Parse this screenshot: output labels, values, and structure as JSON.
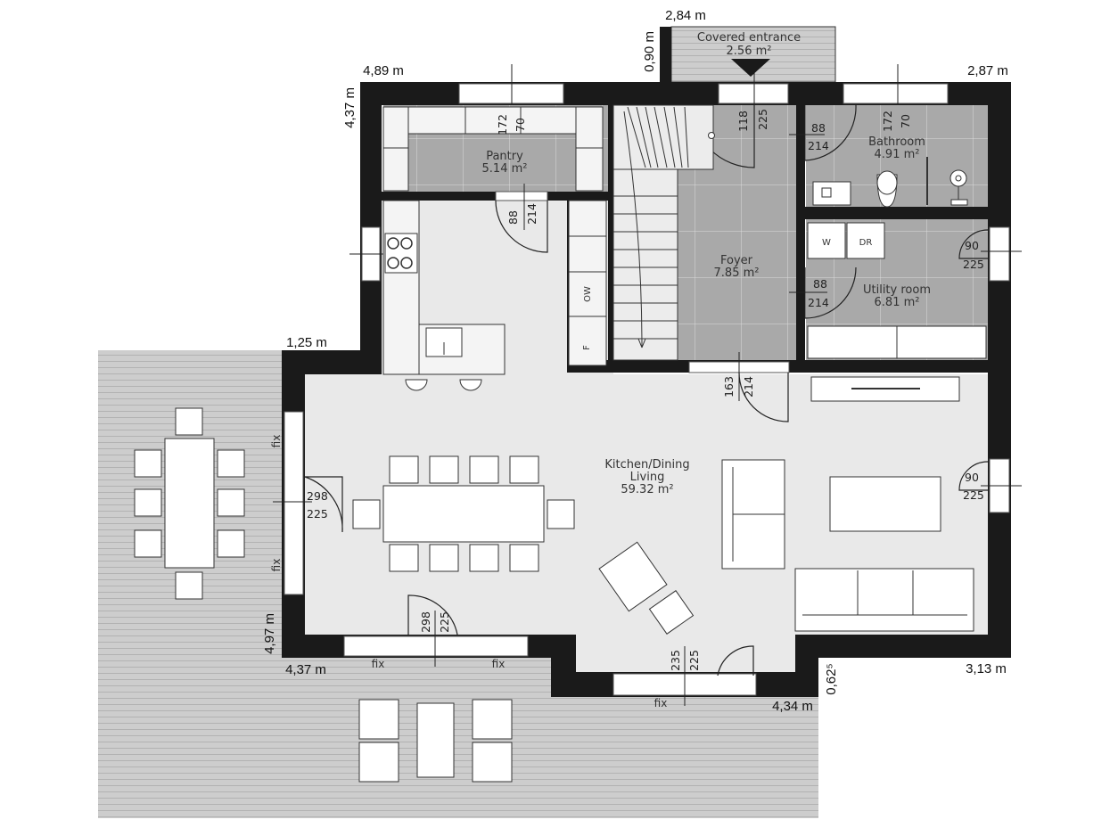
{
  "rooms": {
    "covered_entrance": {
      "name": "Covered entrance",
      "area": "2.56 m²"
    },
    "pantry": {
      "name": "Pantry",
      "area": "5.14 m²"
    },
    "bathroom": {
      "name": "Bathroom",
      "area": "4.91 m²"
    },
    "foyer": {
      "name": "Foyer",
      "area": "7.85 m²"
    },
    "utility": {
      "name": "Utility room",
      "area": "6.81 m²"
    },
    "living": {
      "line1": "Kitchen/Dining",
      "line2": "Living",
      "area": "59.32 m²"
    }
  },
  "dimensions": {
    "d284": "2,84 m",
    "d090": "0,90 m",
    "d489": "4,89 m",
    "d287": "2,87 m",
    "d437v": "4,37 m",
    "d125": "1,25 m",
    "d497": "4,97 m",
    "d437h": "4,37 m",
    "d434": "4,34 m",
    "d0625": "0,62⁵",
    "d313": "3,13 m"
  },
  "openings": {
    "pantry_win_w": "172",
    "pantry_win_h": "70",
    "bath_win_w": "172",
    "bath_win_h": "70",
    "entry_door_w": "118",
    "entry_door_h": "225",
    "bath_door_w": "88",
    "bath_door_h": "214",
    "pantry_door_w": "88",
    "pantry_door_h": "214",
    "util_win_w": "90",
    "util_win_h": "225",
    "util_door_w": "88",
    "util_door_h": "214",
    "foyer_door_w": "163",
    "foyer_door_h": "214",
    "living_win_w": "90",
    "living_win_h": "225",
    "west_door_w": "298",
    "west_door_h": "225",
    "south_door_w": "298",
    "south_door_h": "225",
    "se_door_w": "235",
    "se_door_h": "225"
  },
  "fix_labels": {
    "west_top": "fix",
    "west_bottom": "fix",
    "south_left": "fix",
    "south_right": "fix",
    "se": "fix"
  },
  "appliances": {
    "washer": "W",
    "dryer": "DR",
    "oven": "OW",
    "fridge": "F"
  }
}
